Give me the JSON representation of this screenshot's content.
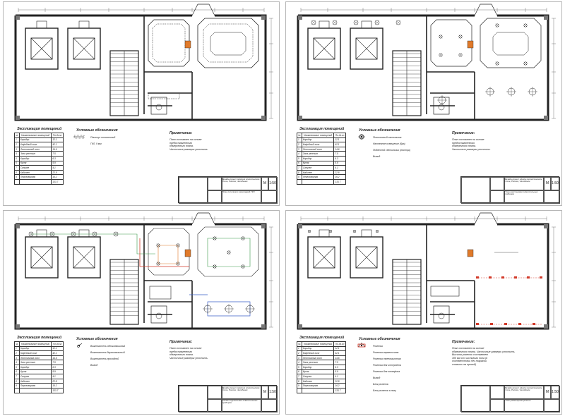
{
  "sheets": [
    {
      "id": "s1",
      "explication_title": "Экспликация помещений",
      "legend_title": "Условные обозначения",
      "legend": [
        {
          "icon": "ceiling-contour-symbol",
          "label": "Плинтус потолочный"
        },
        {
          "icon": "drywall-line-symbol",
          "label": "ГКЛ, 9 мм"
        }
      ],
      "notes_title": "Примечание:",
      "notes": [
        "План составлен на основе",
        "предоставленного",
        "обмерочного плана.",
        "Частичные размеры уточнить."
      ],
      "stamp": {
        "project": "Дизайн-проект офиса в классическом стиле, Россия, Челябинск",
        "sheet": "План потолков с раскладкой ГКЛ",
        "scale": "1:50",
        "label_m": "М"
      }
    },
    {
      "id": "s2",
      "explication_title": "Экспликация помещений",
      "legend_title": "Условные обозначения",
      "legend": [
        {
          "icon": "ceiling-light-icon",
          "label": "Потолочный светильник"
        },
        {
          "icon": "pendant-lamp-icon",
          "label": "Настенное освещение (бра)"
        },
        {
          "icon": "chandelier-icon",
          "label": "Подвесной светильник (люстра)"
        },
        {
          "icon": "outlet-icon",
          "label": "Вывод"
        }
      ],
      "notes_title": "Примечание:",
      "notes": [
        "План составлен на основе",
        "предоставленного",
        "обмерочного плана.",
        "Частичные размеры уточнить."
      ],
      "stamp": {
        "project": "Дизайн-проект офиса в классическом стиле, Россия, Челябинск",
        "sheet": "План расстановки осветительных приборов",
        "scale": "1:50",
        "label_m": "М"
      }
    },
    {
      "id": "s3",
      "explication_title": "Экспликация помещений",
      "legend_title": "Условные обозначения",
      "legend": [
        {
          "icon": "single-switch-icon",
          "label": "Выключатель одноклавишный"
        },
        {
          "icon": "double-switch-icon",
          "label": "Выключатель двухклавишный"
        },
        {
          "icon": "pass-switch-icon",
          "label": "Выключатель проходной"
        },
        {
          "icon": "output-icon",
          "label": "Вывод"
        }
      ],
      "notes_title": "Примечание:",
      "notes": [
        "План составлен на основе",
        "предоставленного",
        "обмерочного плана.",
        "Частичные размеры уточнить."
      ],
      "stamp": {
        "project": "Дизайн-проект офиса в классическом стиле, Россия, Челябинск",
        "sheet": "Схема подключения осветительных приборов",
        "scale": "1:50",
        "label_m": "М"
      }
    },
    {
      "id": "s4",
      "explication_title": "Экспликация помещений",
      "legend_title": "Условные обозначения",
      "legend": [
        {
          "icon": "socket-icon",
          "label": "Розетка"
        },
        {
          "icon": "waterproof-socket-icon",
          "label": "Розетка герметичная"
        },
        {
          "icon": "tv-socket-icon",
          "label": "Розетка телевизионная"
        },
        {
          "icon": "internet-socket-icon",
          "label": "Розетка для интернета"
        },
        {
          "icon": "phone-socket-icon",
          "label": "Розетка для телефона"
        },
        {
          "icon": "output-icon",
          "label": "Вывод"
        },
        {
          "icon": "socket-block-icon",
          "label": "Блок розеток"
        },
        {
          "icon": "floor-socket-icon",
          "label": "Блок розеток в полу"
        }
      ],
      "notes_title": "Примечание:",
      "notes": [
        "План составлен на основе",
        "обмерочного плана. Частичные размеры уточнить.",
        "Высота розеток составляет",
        "300 мм от чистового пола (в",
        "соответствии без покраски",
        "сложить на провод)"
      ],
      "stamp": {
        "project": "Дизайн-проект офиса в классическом стиле, Россия, Челябинск",
        "sheet": "План размещения розеток",
        "scale": "1:50",
        "label_m": "М"
      }
    }
  ],
  "explication": {
    "headers": [
      "№",
      "Наименование помещений",
      "Пл-дь м²"
    ],
    "rows": [
      [
        "1",
        "Коридор",
        "12.1"
      ],
      [
        "2",
        "Кофейный холл",
        "42.1"
      ],
      [
        "3",
        "Лестничный холл",
        "14.6"
      ],
      [
        "4",
        "Зона ресепшн",
        "7.5"
      ],
      [
        "5",
        "Коридор",
        "6.3"
      ],
      [
        "6",
        "Кухня",
        "5.9"
      ],
      [
        "7",
        "Санузел",
        "4.1"
      ],
      [
        "8",
        "Кабинет",
        "22.8"
      ],
      [
        "9",
        "Переговорная",
        "16.2"
      ]
    ],
    "total": "133.7"
  },
  "colors": {
    "line": "#222222",
    "red": "#d23a2a",
    "blue": "#3a5fc8",
    "green": "#3c9a4a",
    "orange": "#e07a2a"
  }
}
